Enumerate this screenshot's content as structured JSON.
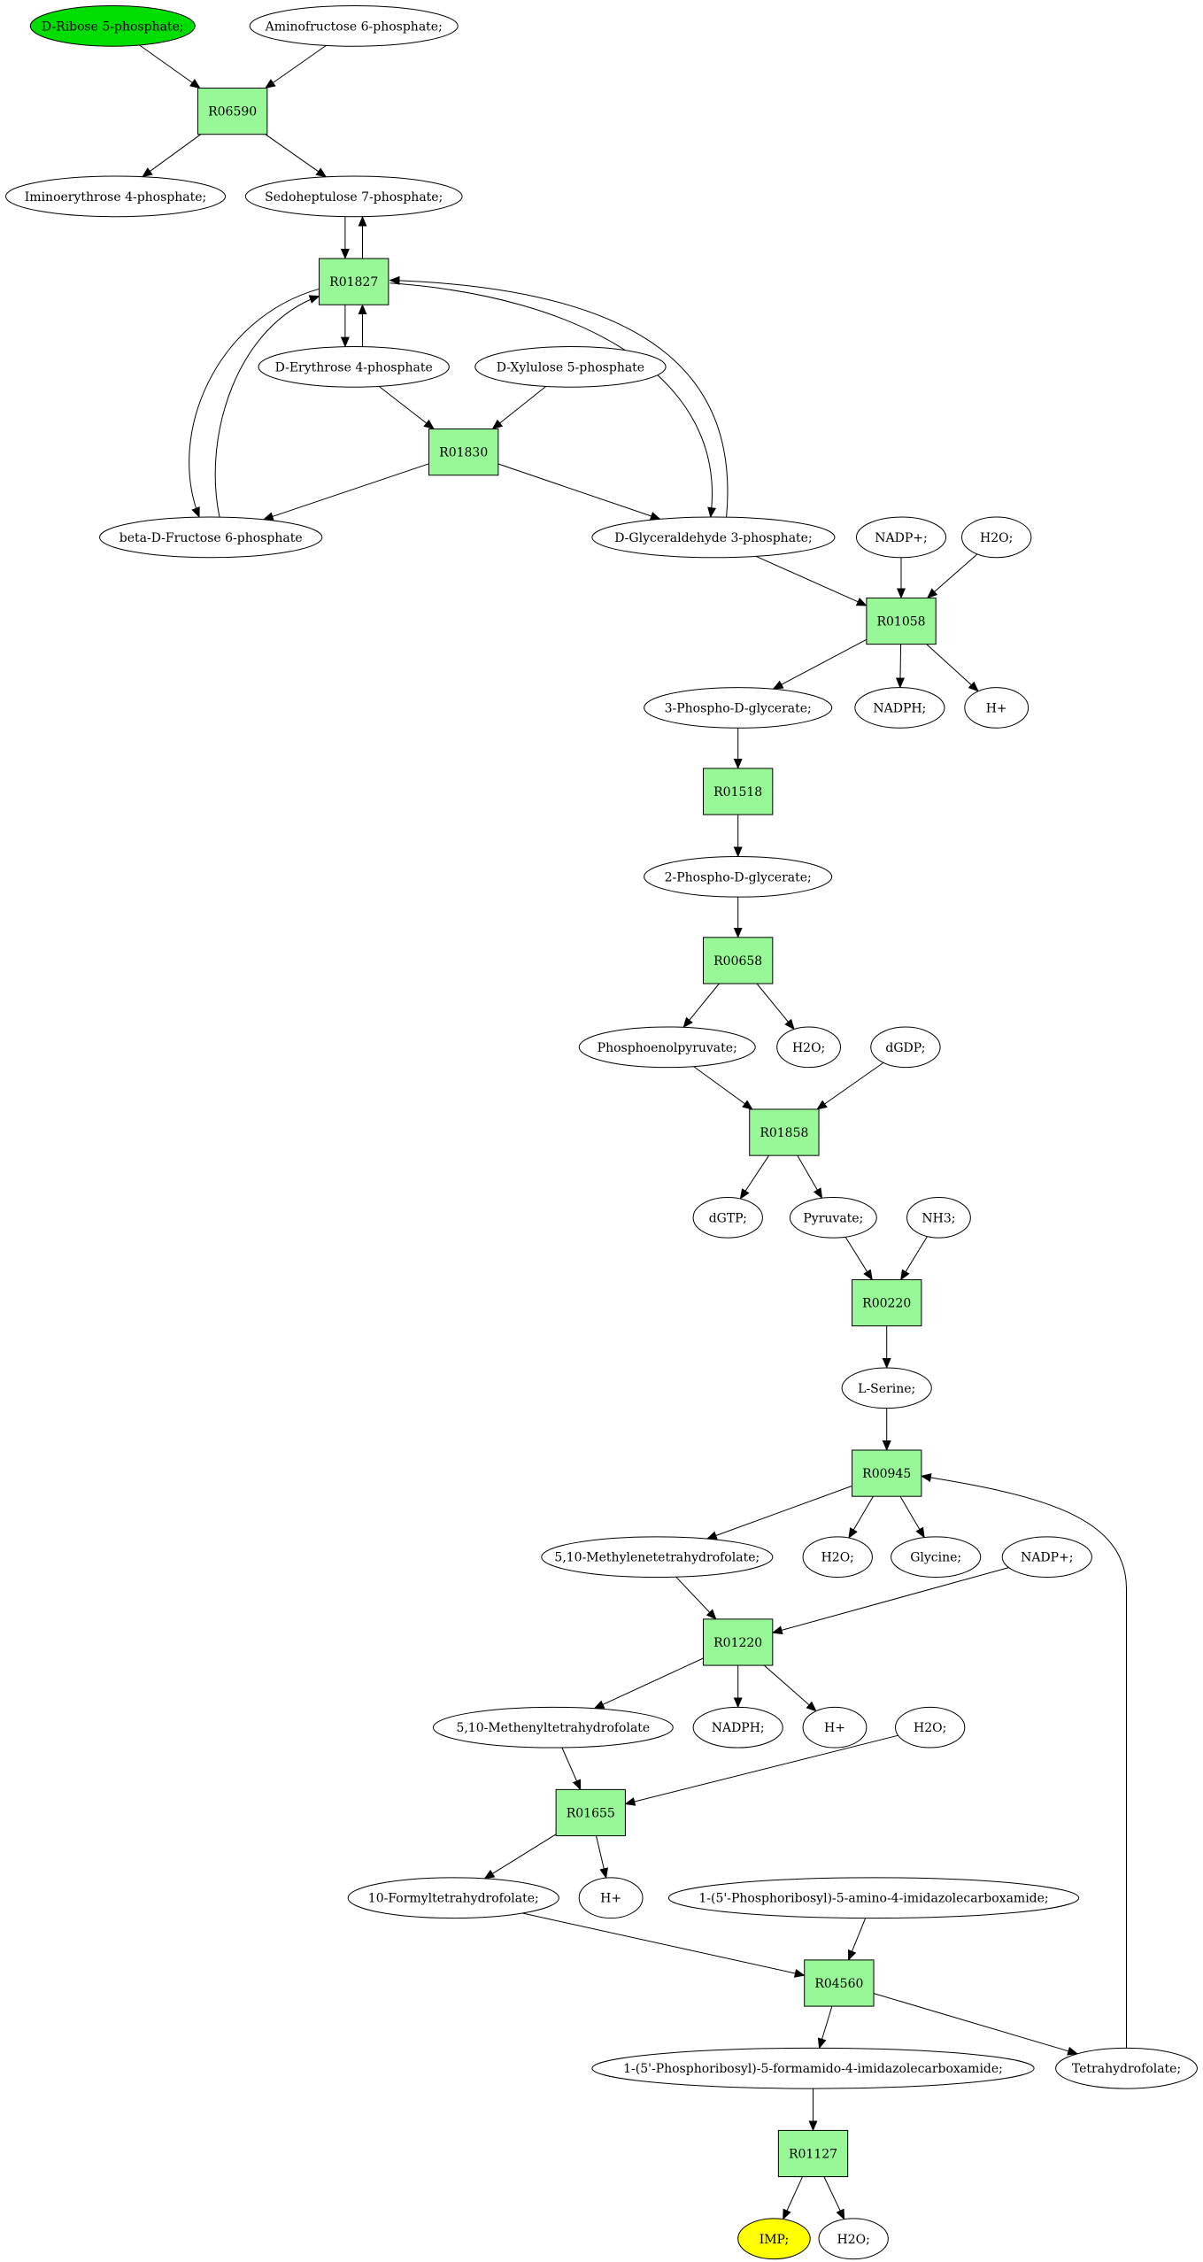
{
  "colors": {
    "reaction_fill": "#98f898",
    "metabolite_fill": "#ffffff",
    "start_fill": "#00dd00",
    "end_fill": "#ffff00",
    "stroke": "#000000"
  },
  "nodes": [
    {
      "id": "m_dribose5p",
      "label": "D-Ribose 5-phosphate;",
      "shape": "ellipse",
      "style": "start"
    },
    {
      "id": "m_aminofructose6p",
      "label": "Aminofructose 6-phosphate;",
      "shape": "ellipse"
    },
    {
      "id": "r_R06590",
      "label": "R06590",
      "shape": "box"
    },
    {
      "id": "m_iminoerythrose4p",
      "label": "Iminoerythrose 4-phosphate;",
      "shape": "ellipse"
    },
    {
      "id": "m_sedoheptulose7p",
      "label": "Sedoheptulose 7-phosphate;",
      "shape": "ellipse"
    },
    {
      "id": "r_R01827",
      "label": "R01827",
      "shape": "box"
    },
    {
      "id": "m_derythrose4p",
      "label": "D-Erythrose 4-phosphate",
      "shape": "ellipse"
    },
    {
      "id": "m_dxylulose5p",
      "label": "D-Xylulose 5-phosphate",
      "shape": "ellipse"
    },
    {
      "id": "r_R01830",
      "label": "R01830",
      "shape": "box"
    },
    {
      "id": "m_fructose6p",
      "label": "beta-D-Fructose 6-phosphate",
      "shape": "ellipse"
    },
    {
      "id": "m_gap",
      "label": "D-Glyceraldehyde 3-phosphate;",
      "shape": "ellipse"
    },
    {
      "id": "m_nadp1",
      "label": "NADP+;",
      "shape": "ellipse"
    },
    {
      "id": "m_h2o1",
      "label": "H2O;",
      "shape": "ellipse"
    },
    {
      "id": "r_R01058",
      "label": "R01058",
      "shape": "box"
    },
    {
      "id": "m_3pg",
      "label": "3-Phospho-D-glycerate;",
      "shape": "ellipse"
    },
    {
      "id": "m_nadph1",
      "label": "NADPH;",
      "shape": "ellipse"
    },
    {
      "id": "m_hplus1",
      "label": "H+",
      "shape": "ellipse"
    },
    {
      "id": "r_R01518",
      "label": "R01518",
      "shape": "box"
    },
    {
      "id": "m_2pg",
      "label": "2-Phospho-D-glycerate;",
      "shape": "ellipse"
    },
    {
      "id": "r_R00658",
      "label": "R00658",
      "shape": "box"
    },
    {
      "id": "m_pep",
      "label": "Phosphoenolpyruvate;",
      "shape": "ellipse"
    },
    {
      "id": "m_h2o2",
      "label": "H2O;",
      "shape": "ellipse"
    },
    {
      "id": "m_dgdp",
      "label": "dGDP;",
      "shape": "ellipse"
    },
    {
      "id": "r_R01858",
      "label": "R01858",
      "shape": "box"
    },
    {
      "id": "m_dgtp",
      "label": "dGTP;",
      "shape": "ellipse"
    },
    {
      "id": "m_pyruvate",
      "label": "Pyruvate;",
      "shape": "ellipse"
    },
    {
      "id": "m_nh3",
      "label": "NH3;",
      "shape": "ellipse"
    },
    {
      "id": "r_R00220",
      "label": "R00220",
      "shape": "box"
    },
    {
      "id": "m_lserine",
      "label": "L-Serine;",
      "shape": "ellipse"
    },
    {
      "id": "r_R00945",
      "label": "R00945",
      "shape": "box"
    },
    {
      "id": "m_methylene_thf",
      "label": "5,10-Methylenetetrahydrofolate;",
      "shape": "ellipse"
    },
    {
      "id": "m_h2o3",
      "label": "H2O;",
      "shape": "ellipse"
    },
    {
      "id": "m_glycine",
      "label": "Glycine;",
      "shape": "ellipse"
    },
    {
      "id": "m_nadp2",
      "label": "NADP+;",
      "shape": "ellipse"
    },
    {
      "id": "r_R01220",
      "label": "R01220",
      "shape": "box"
    },
    {
      "id": "m_methenyl_thf",
      "label": "5,10-Methenyltetrahydrofolate",
      "shape": "ellipse"
    },
    {
      "id": "m_nadph2",
      "label": "NADPH;",
      "shape": "ellipse"
    },
    {
      "id": "m_hplus2",
      "label": "H+",
      "shape": "ellipse"
    },
    {
      "id": "m_h2o4",
      "label": "H2O;",
      "shape": "ellipse"
    },
    {
      "id": "r_R01655",
      "label": "R01655",
      "shape": "box"
    },
    {
      "id": "m_formyl_thf",
      "label": "10-Formyltetrahydrofolate;",
      "shape": "ellipse"
    },
    {
      "id": "m_hplus3",
      "label": "H+",
      "shape": "ellipse"
    },
    {
      "id": "m_aicar",
      "label": "1-(5'-Phosphoribosyl)-5-amino-4-imidazolecarboxamide;",
      "shape": "ellipse"
    },
    {
      "id": "r_R04560",
      "label": "R04560",
      "shape": "box"
    },
    {
      "id": "m_faicar",
      "label": "1-(5'-Phosphoribosyl)-5-formamido-4-imidazolecarboxamide;",
      "shape": "ellipse"
    },
    {
      "id": "m_thf",
      "label": "Tetrahydrofolate;",
      "shape": "ellipse"
    },
    {
      "id": "r_R01127",
      "label": "R01127",
      "shape": "box"
    },
    {
      "id": "m_imp",
      "label": "IMP;",
      "shape": "ellipse",
      "style": "end"
    },
    {
      "id": "m_h2o5",
      "label": "H2O;",
      "shape": "ellipse"
    }
  ],
  "edges": [
    [
      "m_dribose5p",
      "r_R06590"
    ],
    [
      "m_aminofructose6p",
      "r_R06590"
    ],
    [
      "r_R06590",
      "m_iminoerythrose4p"
    ],
    [
      "r_R06590",
      "m_sedoheptulose7p"
    ],
    [
      "m_sedoheptulose7p",
      "r_R01827"
    ],
    [
      "r_R01827",
      "m_sedoheptulose7p"
    ],
    [
      "r_R01827",
      "m_derythrose4p"
    ],
    [
      "m_derythrose4p",
      "r_R01827"
    ],
    [
      "r_R01827",
      "m_fructose6p"
    ],
    [
      "m_fructose6p",
      "r_R01827"
    ],
    [
      "r_R01827",
      "m_gap"
    ],
    [
      "m_gap",
      "r_R01827"
    ],
    [
      "m_derythrose4p",
      "r_R01830"
    ],
    [
      "m_dxylulose5p",
      "r_R01830"
    ],
    [
      "r_R01830",
      "m_fructose6p"
    ],
    [
      "r_R01830",
      "m_gap"
    ],
    [
      "m_gap",
      "r_R01058"
    ],
    [
      "m_nadp1",
      "r_R01058"
    ],
    [
      "m_h2o1",
      "r_R01058"
    ],
    [
      "r_R01058",
      "m_3pg"
    ],
    [
      "r_R01058",
      "m_nadph1"
    ],
    [
      "r_R01058",
      "m_hplus1"
    ],
    [
      "m_3pg",
      "r_R01518"
    ],
    [
      "r_R01518",
      "m_2pg"
    ],
    [
      "m_2pg",
      "r_R00658"
    ],
    [
      "r_R00658",
      "m_pep"
    ],
    [
      "r_R00658",
      "m_h2o2"
    ],
    [
      "m_pep",
      "r_R01858"
    ],
    [
      "m_dgdp",
      "r_R01858"
    ],
    [
      "r_R01858",
      "m_dgtp"
    ],
    [
      "r_R01858",
      "m_pyruvate"
    ],
    [
      "m_pyruvate",
      "r_R00220"
    ],
    [
      "m_nh3",
      "r_R00220"
    ],
    [
      "r_R00220",
      "m_lserine"
    ],
    [
      "m_lserine",
      "r_R00945"
    ],
    [
      "m_thf",
      "r_R00945"
    ],
    [
      "r_R00945",
      "m_methylene_thf"
    ],
    [
      "r_R00945",
      "m_h2o3"
    ],
    [
      "r_R00945",
      "m_glycine"
    ],
    [
      "m_methylene_thf",
      "r_R01220"
    ],
    [
      "m_nadp2",
      "r_R01220"
    ],
    [
      "r_R01220",
      "m_methenyl_thf"
    ],
    [
      "r_R01220",
      "m_nadph2"
    ],
    [
      "r_R01220",
      "m_hplus2"
    ],
    [
      "m_methenyl_thf",
      "r_R01655"
    ],
    [
      "m_h2o4",
      "r_R01655"
    ],
    [
      "r_R01655",
      "m_formyl_thf"
    ],
    [
      "r_R01655",
      "m_hplus3"
    ],
    [
      "m_formyl_thf",
      "r_R04560"
    ],
    [
      "m_aicar",
      "r_R04560"
    ],
    [
      "r_R04560",
      "m_faicar"
    ],
    [
      "r_R04560",
      "m_thf"
    ],
    [
      "m_faicar",
      "r_R01127"
    ],
    [
      "r_R01127",
      "m_imp"
    ],
    [
      "r_R01127",
      "m_h2o5"
    ]
  ]
}
